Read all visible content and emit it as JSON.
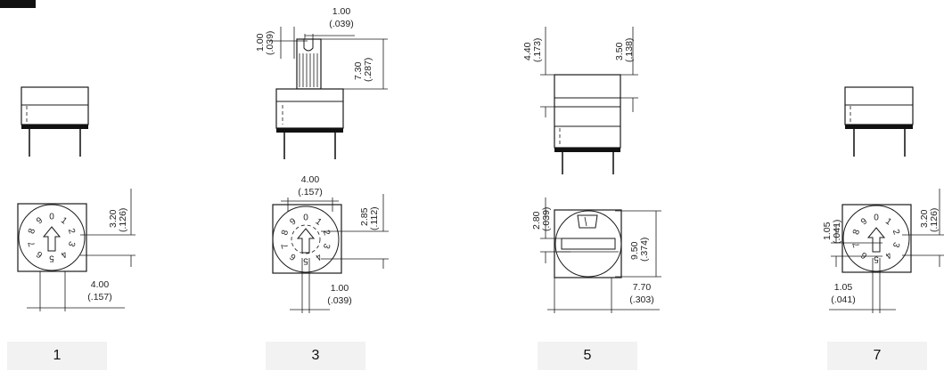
{
  "variants": [
    {
      "number": "1",
      "dims": {
        "d1_mm": "4.00",
        "d1_in": "(.157)",
        "d2_mm": "3.20",
        "d2_in": "(.126)"
      }
    },
    {
      "number": "3",
      "dims": {
        "t1_mm": "1.00",
        "t1_in": "(.039)",
        "t2_mm": "1.00",
        "t2_in": "(.039)",
        "t3_mm": "7.30",
        "t3_in": "(.287)",
        "d1_mm": "4.00",
        "d1_in": "(.157)",
        "d2_mm": "2.85",
        "d2_in": "(.112)",
        "d3_mm": "1.00",
        "d3_in": "(.039)"
      }
    },
    {
      "number": "5",
      "dims": {
        "t1_mm": "4.40",
        "t1_in": "(.173)",
        "t2_mm": "3.50",
        "t2_in": "(.138)",
        "d1_mm": "2.80",
        "d1_in": "(.039)",
        "d2_mm": "9.50",
        "d2_in": "(.374)",
        "d3_mm": "7.70",
        "d3_in": "(.303)"
      }
    },
    {
      "number": "7",
      "dims": {
        "d1_mm": "1.05",
        "d1_in": "(.041)",
        "d2_mm": "3.20",
        "d2_in": "(.126)",
        "d3_mm": "1.05",
        "d3_in": "(.041)"
      }
    }
  ],
  "dial_digits": [
    "0",
    "1",
    "2",
    "3",
    "4",
    "5",
    "6",
    "7",
    "8",
    "9"
  ]
}
